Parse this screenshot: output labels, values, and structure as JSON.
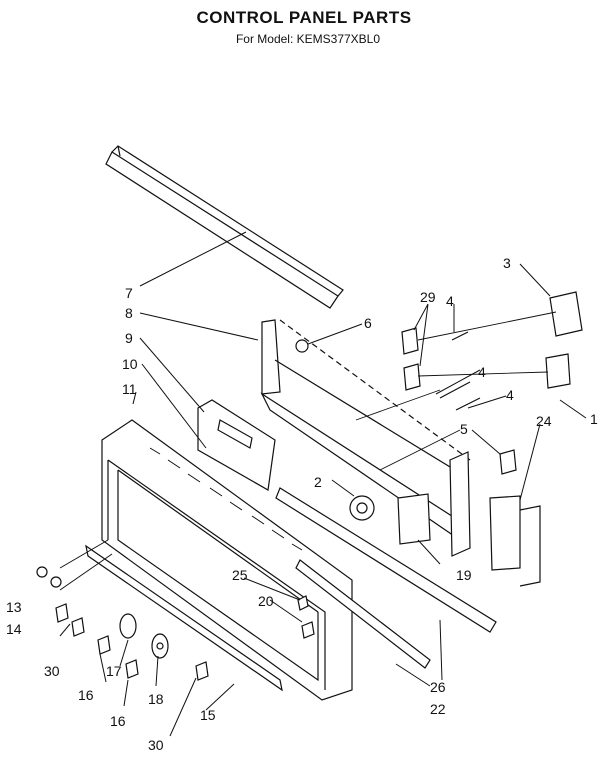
{
  "title": "CONTROL PANEL PARTS",
  "subtitle": "For Model: KEMS377XBL0",
  "labels": [
    "1",
    "2",
    "3",
    "4",
    "4",
    "4",
    "5",
    "6",
    "7",
    "8",
    "9",
    "10",
    "11",
    "13",
    "14",
    "15",
    "16",
    "16",
    "17",
    "18",
    "19",
    "20",
    "22",
    "24",
    "25",
    "26",
    "29",
    "30",
    "30"
  ]
}
